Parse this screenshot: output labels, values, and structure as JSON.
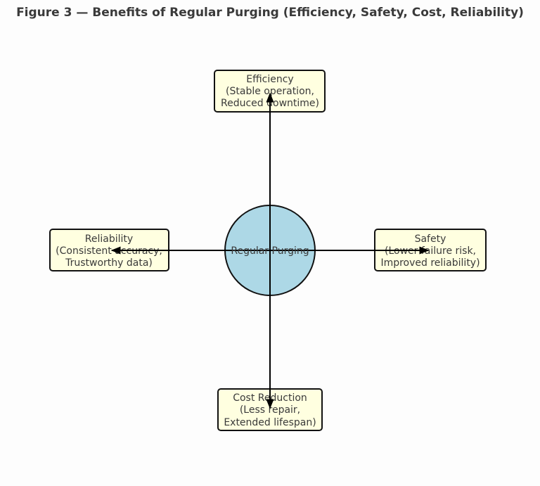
{
  "title": "Figure 3 — Benefits of Regular Purging (Efficiency, Safety, Cost, Reliability)",
  "colors": {
    "box_fill": "#ffffe0",
    "box_stroke": "#111111",
    "center_fill": "#add8e6",
    "arrow": "#000000",
    "text": "#3a3a3a"
  },
  "center": {
    "label": "Regular Purging"
  },
  "benefits": {
    "top": {
      "line1": "Efficiency",
      "line2": "(Stable operation,",
      "line3": "Reduced downtime)"
    },
    "right": {
      "line1": "Safety",
      "line2": "(Lower failure risk,",
      "line3": "Improved reliability)"
    },
    "bottom": {
      "line1": "Cost Reduction",
      "line2": "(Less repair,",
      "line3": "Extended lifespan)"
    },
    "left": {
      "line1": "Reliability",
      "line2": "(Consistent accuracy,",
      "line3": "Trustworthy data)"
    }
  }
}
